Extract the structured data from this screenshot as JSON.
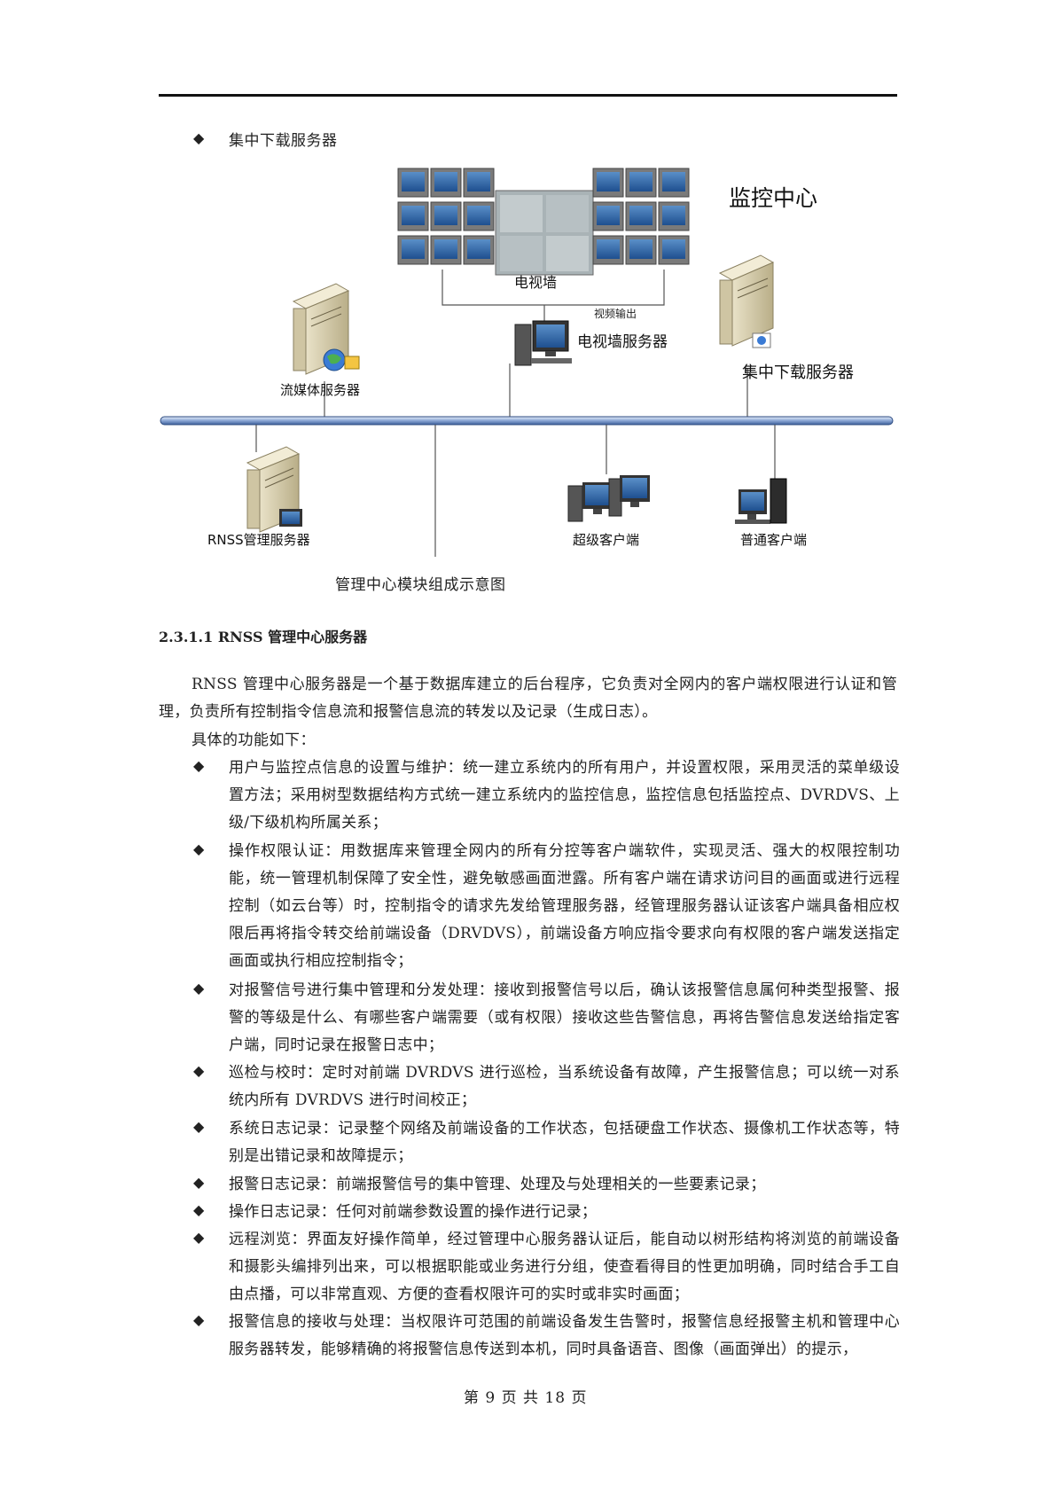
{
  "top_bullet": "集中下载服务器",
  "diagram": {
    "monitor_center": "监控中心",
    "tv_wall": "电视墙",
    "video_output": "视频输出",
    "tv_wall_server": "电视墙服务器",
    "streaming_server": "流媒体服务器",
    "central_download_server": "集中下载服务器",
    "rnss_server": "RNSS管理服务器",
    "super_client": "超级客户端",
    "normal_client": "普通客户端"
  },
  "caption": "管理中心模块组成示意图",
  "section_heading": "2.3.1.1 RNSS 管理中心服务器",
  "intro_paragraph": "RNSS 管理中心服务器是一个基于数据库建立的后台程序，它负责对全网内的客户端权限进行认证和管理，负责所有控制指令信息流和报警信息流的转发以及记录（生成日志）。",
  "functions_intro": "具体的功能如下：",
  "bullet_symbol": "◆",
  "functions": [
    "用户与监控点信息的设置与维护：统一建立系统内的所有用户，并设置权限，采用灵活的菜单级设置方法；采用树型数据结构方式统一建立系统内的监控信息，监控信息包括监控点、DVRDVS、上级/下级机构所属关系；",
    "操作权限认证：用数据库来管理全网内的所有分控等客户端软件，实现灵活、强大的权限控制功能，统一管理机制保障了安全性，避免敏感画面泄露。所有客户端在请求访问目的画面或进行远程控制（如云台等）时，控制指令的请求先发给管理服务器，经管理服务器认证该客户端具备相应权限后再将指令转交给前端设备（DRVDVS），前端设备方响应指令要求向有权限的客户端发送指定画面或执行相应控制指令；",
    "对报警信号进行集中管理和分发处理：接收到报警信号以后，确认该报警信息属何种类型报警、报警的等级是什么、有哪些客户端需要（或有权限）接收这些告警信息，再将告警信息发送给指定客户端，同时记录在报警日志中；",
    "巡检与校时：定时对前端 DVRDVS 进行巡检，当系统设备有故障，产生报警信息；可以统一对系统内所有 DVRDVS 进行时间校正；",
    "系统日志记录：记录整个网络及前端设备的工作状态，包括硬盘工作状态、摄像机工作状态等，特别是出错记录和故障提示；",
    "报警日志记录：前端报警信号的集中管理、处理及与处理相关的一些要素记录；",
    "操作日志记录：任何对前端参数设置的操作进行记录；",
    "远程浏览：界面友好操作简单，经过管理中心服务器认证后，能自动以树形结构将浏览的前端设备和摄影头编排列出来，可以根据职能或业务进行分组，使查看得目的性更加明确，同时结合手工自由点播，可以非常直观、方便的查看权限许可的实时或非实时画面；",
    "报警信息的接收与处理：当权限许可范围的前端设备发生告警时，报警信息经报警主机和管理中心服务器转发，能够精确的将报警信息传送到本机，同时具备语音、图像（画面弹出）的提示，"
  ],
  "footer": "第 9 页 共 18 页"
}
